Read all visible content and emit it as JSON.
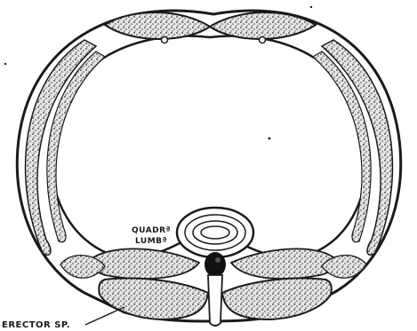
{
  "figure": {
    "labels": {
      "quadratus_line1": "QUADRª",
      "quadratus_line2": "LUMBª",
      "erector": "ERECTOR  SP."
    },
    "colors": {
      "background": "#ffffff",
      "ink": "#1a1a1a",
      "muscle_fill": "#d9d9d9",
      "vertebra": "#111111"
    }
  }
}
